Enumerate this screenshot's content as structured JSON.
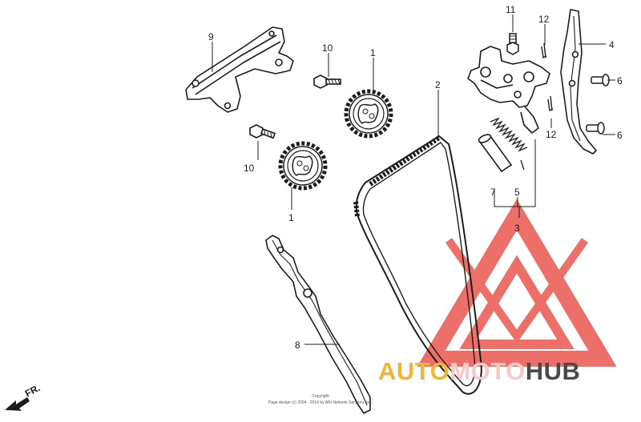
{
  "diagram": {
    "callouts": {
      "c1_upper": "1",
      "c1_lower": "1",
      "c2": "2",
      "c3": "3",
      "c4": "4",
      "c5": "5",
      "c6_upper": "6",
      "c6_lower": "6",
      "c7": "7",
      "c8": "8",
      "c9": "9",
      "c10_upper": "10",
      "c10_lower": "10",
      "c11": "11",
      "c12_upper": "12",
      "c12_lower": "12"
    },
    "direction_label": "FR.",
    "copyright": {
      "line1": "Copyright",
      "line2": "Page design (c) 2004 - 2014 by ARI Network Services, Inc."
    }
  },
  "watermark": {
    "brand_part1": "AUTO",
    "brand_part2": "MOTO",
    "brand_part3": "HUB",
    "colors": {
      "triangle": "#e8473f",
      "auto": "#f2b433",
      "moto": "#f7c9c9",
      "hub": "#4a4a4a"
    }
  }
}
